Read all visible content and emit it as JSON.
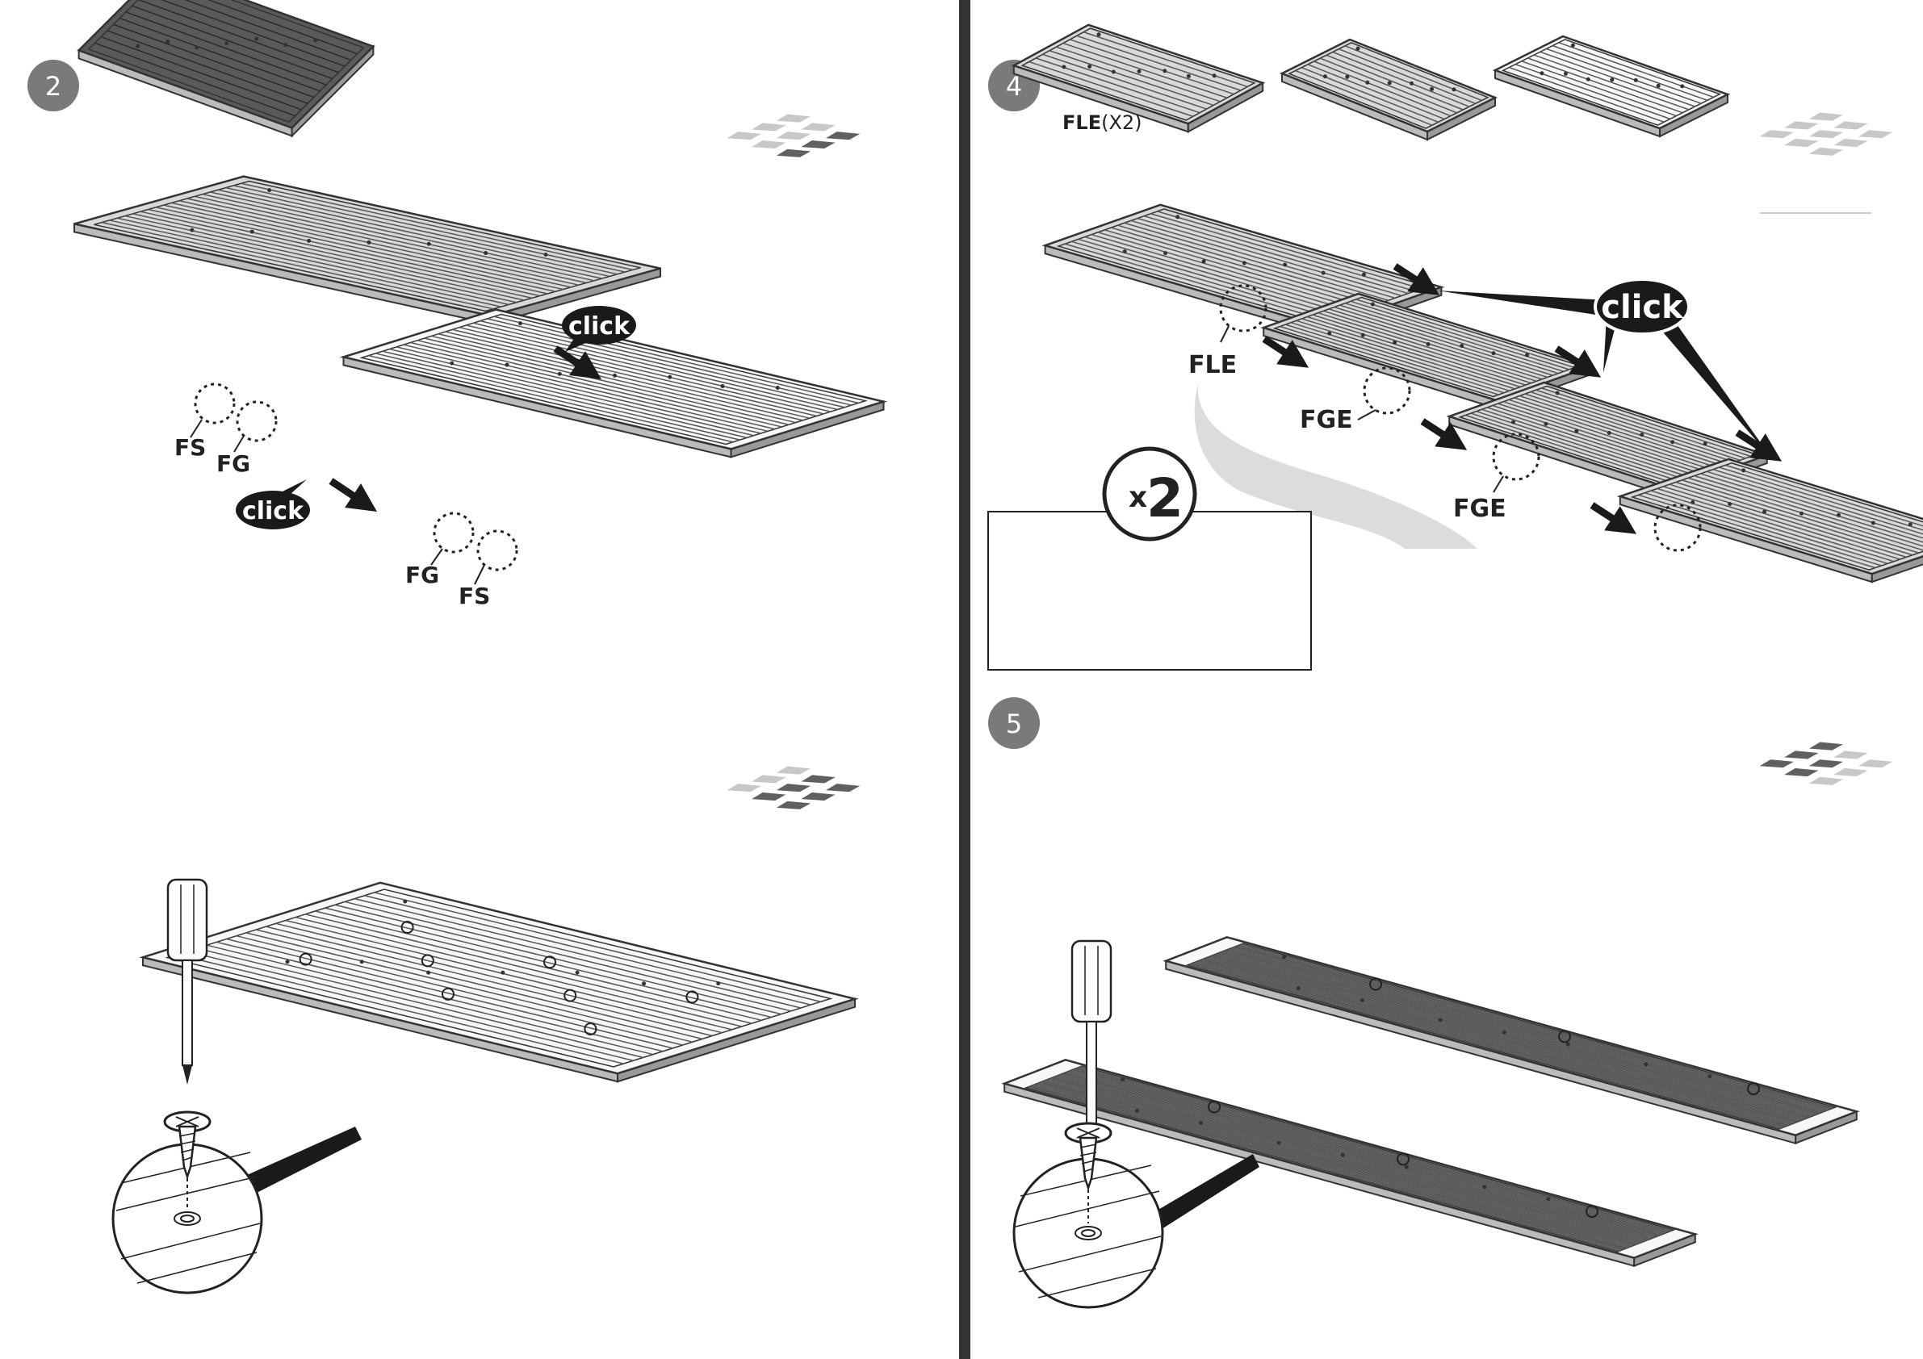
{
  "steps": [
    {
      "number": "2"
    },
    {
      "number": "4"
    },
    {
      "number": "5"
    }
  ],
  "callouts": {
    "click": "click"
  },
  "labels": {
    "fs": "FS",
    "fg": "FG",
    "fle": "FLE",
    "fge": "FGE",
    "fle_head_bold": "FLE",
    "fle_head_qty": "(X2)",
    "times_x": "x",
    "times_n": "2"
  },
  "colors": {
    "step_badge": "#7a7a7a",
    "divider": "#333333",
    "callout_bubble": "#1a1a1a",
    "panel_fill": "#d9d9d9",
    "panel_stroke": "#333333",
    "grid_light": "#c8c8c8",
    "grid_dark": "#606060"
  },
  "icons": [
    "screwdriver-icon",
    "screw-icon",
    "arrow-icon",
    "panel-grid-icon",
    "magnifier-circle-icon"
  ]
}
